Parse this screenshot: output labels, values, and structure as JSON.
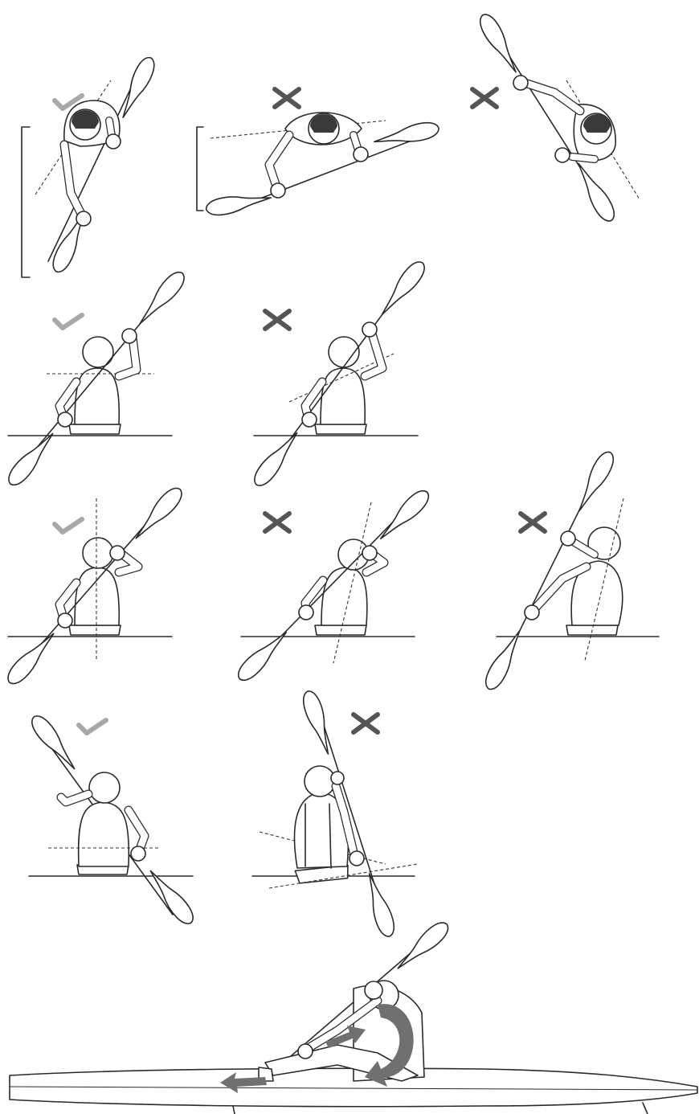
{
  "colors": {
    "line": "#2a2a2a",
    "correct_mark": "#a8a8a8",
    "wrong_mark": "#555555",
    "arrow": "#707070",
    "background": "#ffffff"
  },
  "rows": [
    {
      "row": 1,
      "view": "top-view",
      "panels": [
        {
          "verdict": "correct"
        },
        {
          "verdict": "wrong"
        },
        {
          "verdict": "wrong"
        }
      ]
    },
    {
      "row": 2,
      "view": "front-view",
      "panels": [
        {
          "verdict": "correct"
        },
        {
          "verdict": "wrong"
        }
      ]
    },
    {
      "row": 3,
      "view": "front-view",
      "panels": [
        {
          "verdict": "correct"
        },
        {
          "verdict": "wrong"
        },
        {
          "verdict": "wrong"
        }
      ]
    },
    {
      "row": 4,
      "view": "back-view",
      "panels": [
        {
          "verdict": "correct"
        },
        {
          "verdict": "wrong"
        }
      ]
    },
    {
      "row": 5,
      "view": "side-view-kayak",
      "panels": [
        {
          "verdict": "none"
        }
      ]
    }
  ],
  "icons": [
    "check-icon",
    "cross-icon",
    "rotation-arrow-icon",
    "push-arrow-icon"
  ]
}
